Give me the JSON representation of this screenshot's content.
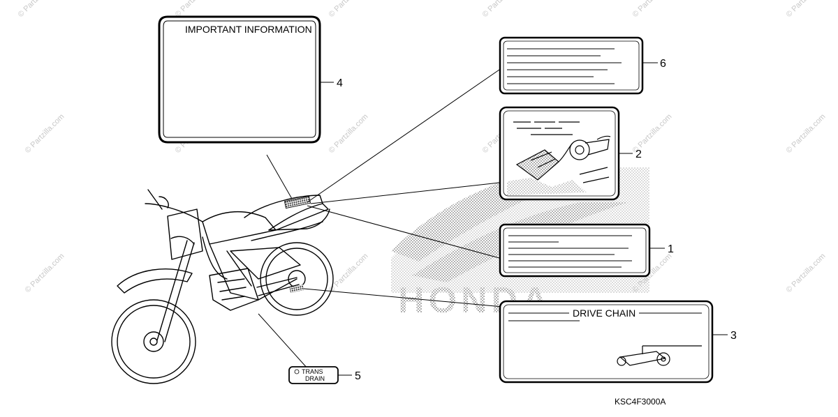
{
  "watermark": "© Partzilla.com",
  "diagram_code": "KSC4F3000A",
  "labels": [
    {
      "id": "1",
      "ref": "1"
    },
    {
      "id": "2",
      "ref": "2"
    },
    {
      "id": "3",
      "ref": "3",
      "heading": "DRIVE CHAIN"
    },
    {
      "id": "4",
      "ref": "4",
      "heading": "IMPORTANT INFORMATION"
    },
    {
      "id": "5",
      "ref": "5",
      "line1": "TRANS",
      "line2": "DRAIN"
    },
    {
      "id": "6",
      "ref": "6"
    }
  ],
  "background_logo": "HONDA"
}
